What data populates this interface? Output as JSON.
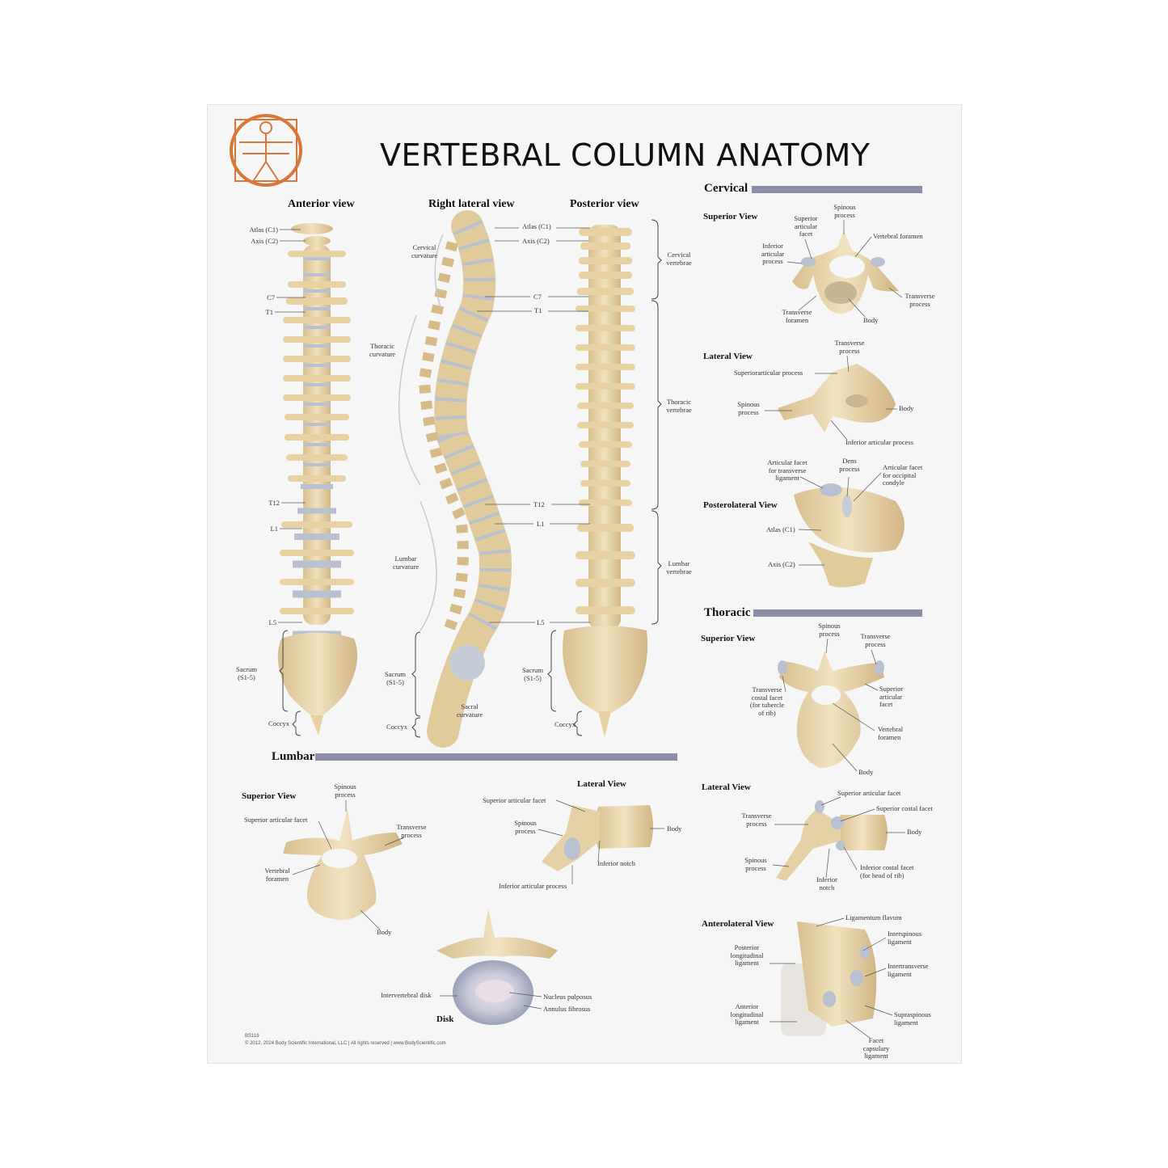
{
  "title": "VERTEBRAL COLUMN ANATOMY",
  "views": {
    "anterior": "Anterior view",
    "lateral": "Right lateral view",
    "posterior": "Posterior view"
  },
  "anterior_labels": {
    "atlas": "Atlas (C1)",
    "axis": "Axis (C2)",
    "c7": "C7",
    "t1": "T1",
    "t12": "T12",
    "l1": "L1",
    "l5": "L5",
    "sacrum": "Sacrum\n(S1-5)",
    "coccyx": "Coccyx"
  },
  "lateral_labels": {
    "cervical_curvature": "Cervical\ncurvature",
    "thoracic_curvature": "Thoracic\ncurvature",
    "lumbar_curvature": "Lumbar\ncurvature",
    "sacrum": "Sacrum\n(S1-5)",
    "sacral_curvature": "Sacral\ncurvature",
    "coccyx": "Coccyx",
    "atlas": "Atlas (C1)",
    "axis": "Axis (C2)",
    "c7": "C7",
    "t1": "T1",
    "t12": "T12",
    "l1": "L1",
    "l5": "L5"
  },
  "posterior_labels": {
    "cervical_vertebrae": "Cervical\nvertebrae",
    "thoracic_vertebrae": "Thoracic\nvertebrae",
    "lumbar_vertebrae": "Lumbar\nvertebrae",
    "sacrum": "Sacrum\n(S1-5)",
    "coccyx": "Coccyx"
  },
  "cervical": {
    "heading": "Cervical",
    "superior_view": "Superior View",
    "superior_labels": {
      "superior_articular_facet": "Superior\narticular\nfacet",
      "spinous_process": "Spinous\nprocess",
      "vertebral_foramen": "Vertebral foramen",
      "inferior_articular_process": "Inferior\narticular\nprocess",
      "transverse_process": "Transverse\nprocess",
      "transverse_foramen": "Transverse\nforamen",
      "body": "Body"
    },
    "lateral_view": "Lateral View",
    "lateral_labels": {
      "transverse_process": "Transverse\nprocess",
      "superior_articular_process": "Superiorarticular process",
      "spinous_process": "Spinous\nprocess",
      "body": "Body",
      "inferior_articular_process": "Inferior articular process"
    },
    "posterolateral_view": "Posterolateral View",
    "posterolateral_labels": {
      "articular_facet_transverse": "Articular facet\nfor transverse\nligament",
      "dens_process": "Dens\nprocess",
      "articular_facet_occipital": "Articular facet\nfor occipital\ncondyle",
      "atlas": "Atlas (C1)",
      "axis": "Axis (C2)"
    }
  },
  "thoracic": {
    "heading": "Thoracic",
    "superior_view": "Superior View",
    "superior_labels": {
      "spinous_process": "Spinous\nprocess",
      "transverse_process": "Transverse\nprocess",
      "transverse_costal_facet": "Transverse\ncostal facet\n(for tubercle\nof rib)",
      "superior_articular_facet": "Superior\narticular\nfacet",
      "vertebral_foramen": "Vertebral\nforamen",
      "body": "Body"
    },
    "lateral_view": "Lateral View",
    "lateral_labels": {
      "superior_articular_facet": "Superior articular facet",
      "superior_costal_facet": "Superior costal facet",
      "transverse_process": "Transverse\nprocess",
      "body": "Body",
      "spinous_process": "Spinous\nprocess",
      "inferior_notch": "Inferior\nnotch",
      "inferior_costal_facet": "Inferior costal facet\n(for head of rib)"
    },
    "anterolateral_view": "Anterolateral View",
    "anterolateral_labels": {
      "ligamentum_flavum": "Ligamentum flavum",
      "interspinous_ligament": "Interspinous\nligament",
      "posterior_longitudinal": "Posterior\nlongitudinal\nligament",
      "intertransverse_ligament": "Intertransverse\nligament",
      "anterior_longitudinal": "Anterior\nlongitudinal\nligament",
      "supraspinous_ligament": "Supraspinous\nligament",
      "facet_capsulary": "Facet\ncapsulary\nligament"
    }
  },
  "lumbar": {
    "heading": "Lumbar",
    "superior_view": "Superior View",
    "superior_labels": {
      "spinous_process": "Spinous\nprocess",
      "superior_articular_facet": "Superior articular facet",
      "transverse_process": "Transverse\nprocess",
      "vertebral_foramen": "Vertebral\nforamen",
      "body": "Body"
    },
    "lateral_view": "Lateral View",
    "lateral_labels": {
      "superior_articular_facet": "Superior articular facet",
      "spinous_process": "Spinous\nprocess",
      "body": "Body",
      "inferior_notch": "Inferior notch",
      "inferior_articular_process": "Inferior articular process"
    },
    "disk_title": "Disk",
    "disk_labels": {
      "intervertebral_disk": "Intervertebral disk",
      "nucleus_pulposus": "Nucleus pulposus",
      "annulus_fibrosus": "Annulus fibrosus"
    }
  },
  "footer": {
    "code": "BS119",
    "copyright": "© 2012, 2024 Body Scientific International, LLC | All rights reserved | www.BodyScientific.com"
  },
  "colors": {
    "bone": "#ecd9b0",
    "bone_shade": "#cfb587",
    "disk": "#b9c0d0",
    "accent_bar": "#8b8ea6",
    "logo": "#d9763a"
  }
}
